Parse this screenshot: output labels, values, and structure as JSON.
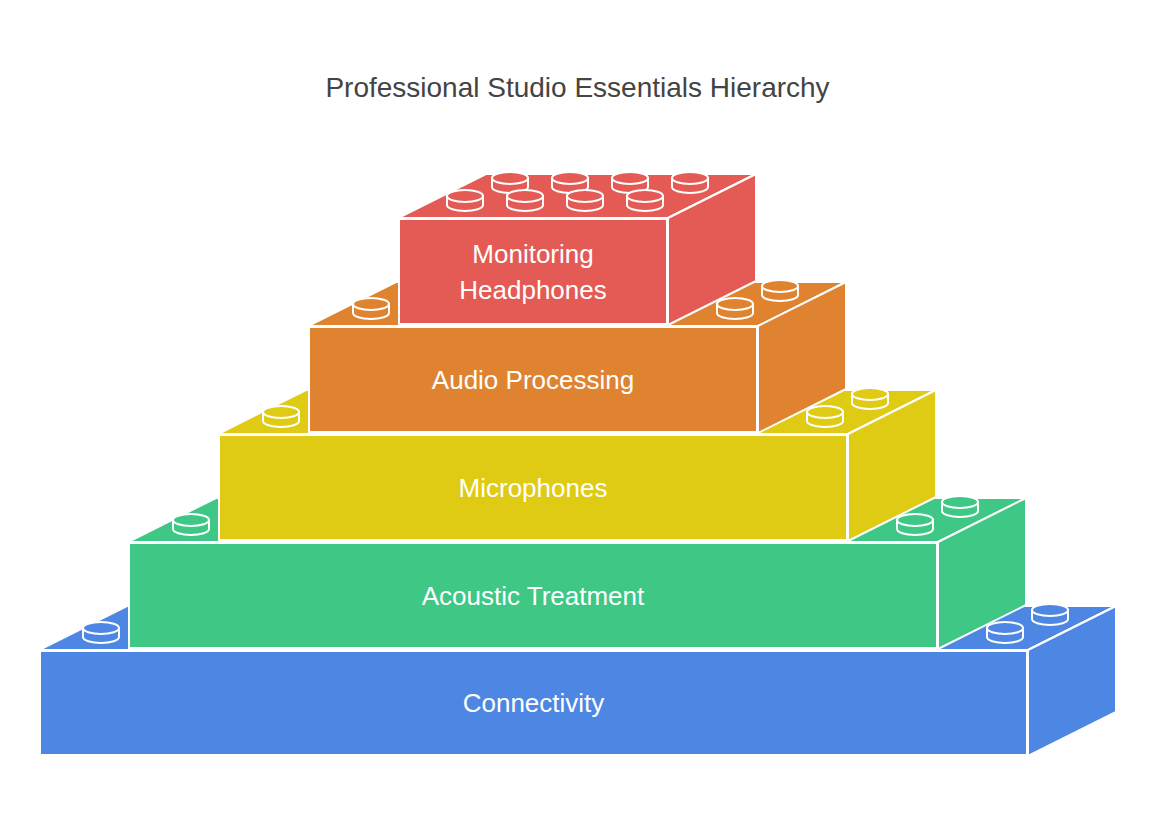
{
  "diagram": {
    "title": "Professional Studio Essentials Hierarchy",
    "nodes": [
      {
        "text": [
          "Monitoring Headphones"
        ]
      },
      {
        "text": [
          "Audio Processing"
        ]
      },
      {
        "text": [
          "Microphones"
        ]
      },
      {
        "text": [
          "Acoustic Treatment"
        ]
      },
      {
        "text": [
          "Connectivity"
        ]
      }
    ]
  }
}
